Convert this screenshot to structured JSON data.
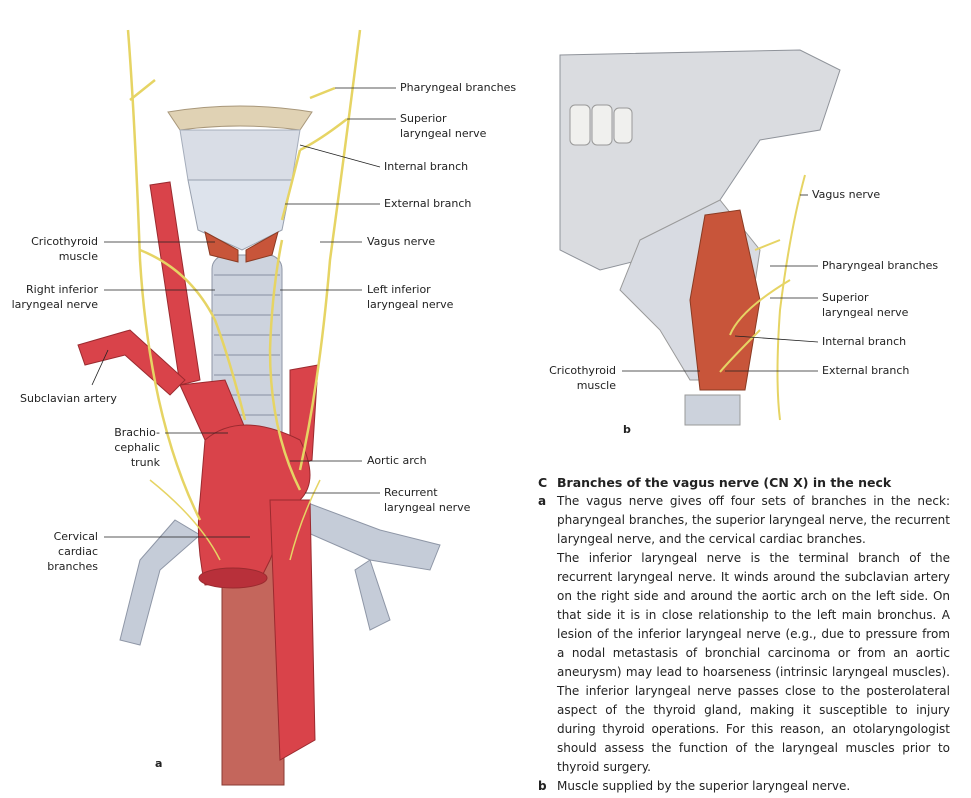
{
  "figure_a": {
    "label": "a",
    "labels": {
      "pharyngeal": "Pharyngeal branches",
      "superior1": "Superior",
      "superior2": "laryngeal nerve",
      "internal": "Internal branch",
      "external": "External branch",
      "vagus": "Vagus nerve",
      "leftinf1": "Left inferior",
      "leftinf2": "laryngeal nerve",
      "crico1": "Cricothyroid",
      "crico2": "muscle",
      "rightinf1": "Right inferior",
      "rightinf2": "laryngeal nerve",
      "subclavian": "Subclavian artery",
      "brachio1": "Brachio-",
      "brachio2": "cephalic",
      "brachio3": "trunk",
      "aortic": "Aortic arch",
      "recurrent1": "Recurrent",
      "recurrent2": "laryngeal nerve",
      "cardiac1": "Cervical",
      "cardiac2": "cardiac",
      "cardiac3": "branches"
    }
  },
  "figure_b": {
    "label": "b",
    "labels": {
      "vagus": "Vagus nerve",
      "pharyngeal": "Pharyngeal branches",
      "superior1": "Superior",
      "superior2": "laryngeal nerve",
      "internal": "Internal branch",
      "external": "External branch",
      "crico1": "Cricothyroid",
      "crico2": "muscle"
    }
  },
  "caption": {
    "letter": "C",
    "title": "Branches of the vagus nerve (CN X) in the neck",
    "a_key": "a",
    "a_p1": "The vagus nerve gives off four sets of branches in the neck: pharyngeal branches, the superior laryngeal nerve, the recurrent laryngeal nerve, and the cervical cardiac branches.",
    "a_p2": "The inferior laryngeal nerve is the terminal branch of the recurrent laryngeal nerve. It winds around the subclavian artery on the right side and around the aortic arch on the left side. On that side it is in close relationship to the left main bronchus. A lesion of the inferior laryngeal nerve (e.g., due to pressure from a nodal metastasis of bronchial carcinoma or from an aortic aneurysm) may lead to hoarseness (intrinsic laryngeal muscles). The inferior laryngeal nerve passes close to the posterolateral aspect of the thyroid gland, making it susceptible to injury during thyroid operations. For this reason, an otolaryngologist should assess the function of the laryngeal muscles prior to thyroid surgery.",
    "b_key": "b",
    "b_p": "Muscle supplied by the superior laryngeal nerve."
  },
  "colors": {
    "nerve": "#e8d86a",
    "artery": "#d9434a",
    "muscle": "#c8553a",
    "cartilage": "#c9ced8",
    "bone": "#d8dade"
  }
}
